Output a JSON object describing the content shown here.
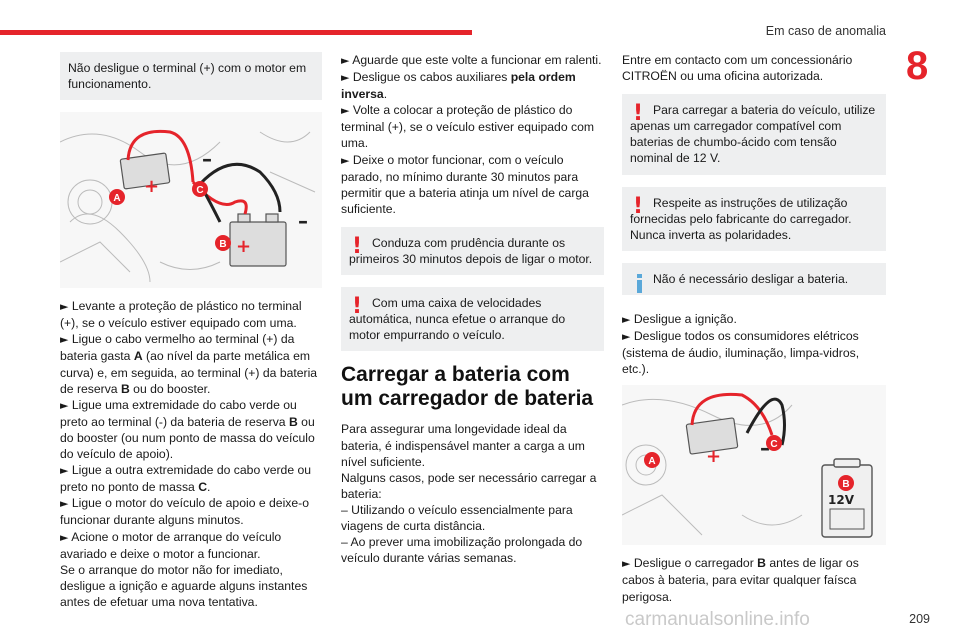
{
  "header": {
    "title": "Em caso de anomalia",
    "chapter": "8"
  },
  "page_number": "209",
  "watermark": "carmanualsonline.info",
  "colors": {
    "accent": "#e5242b",
    "info": "#5aa8d9",
    "note_bg": "#eeeff0"
  },
  "col1": {
    "note": "Não desligue o terminal (+) com o motor em funcionamento.",
    "fig_labels": {
      "a": "A",
      "b": "B",
      "c": "C",
      "plus": "+",
      "minus": "–"
    },
    "steps": [
      {
        "arrow": "►",
        "pre": "Levante a proteção de plástico no terminal (+), se o veículo estiver equipado com uma.",
        "bold": "",
        "post": ""
      },
      {
        "arrow": "►",
        "pre": "Ligue o cabo vermelho ao terminal (+) da bateria gasta ",
        "bold": "A",
        "post": " (ao nível da parte metálica em curva) e, em seguida, ao terminal (+) da bateria de reserva ",
        "bold2": "B",
        "post2": " ou do booster."
      },
      {
        "arrow": "►",
        "pre": "Ligue uma extremidade do cabo verde ou preto ao terminal (-) da bateria de reserva ",
        "bold": "B",
        "post": " ou do booster (ou num ponto de massa do veículo do veículo de apoio)."
      },
      {
        "arrow": "►",
        "pre": "Ligue a outra extremidade do cabo verde ou preto no ponto de massa ",
        "bold": "C",
        "post": "."
      },
      {
        "arrow": "►",
        "pre": "Ligue o motor do veículo de apoio e deixe-o funcionar durante alguns minutos.",
        "bold": "",
        "post": ""
      },
      {
        "arrow": "►",
        "pre": "Acione o motor de arranque do veículo avariado e deixe o motor a funcionar.",
        "bold": "",
        "post": ""
      }
    ],
    "tail": "Se o arranque do motor não for imediato, desligue a ignição e aguarde alguns instantes antes de efetuar uma nova tentativa."
  },
  "col2": {
    "steps": [
      {
        "arrow": "►",
        "pre": "Aguarde que este volte a funcionar em ralenti.",
        "bold": "",
        "post": ""
      },
      {
        "arrow": "►",
        "pre": "Desligue os cabos auxiliares ",
        "bold": "pela ordem inversa",
        "post": "."
      },
      {
        "arrow": "►",
        "pre": "Volte a colocar a proteção de plástico do terminal (+), se o veículo estiver equipado com uma.",
        "bold": "",
        "post": ""
      },
      {
        "arrow": "►",
        "pre": "Deixe o motor funcionar, com o veículo parado, no mínimo durante 30 minutos para permitir que a bateria atinja um nível de carga suficiente.",
        "bold": "",
        "post": ""
      }
    ],
    "warn1": "Conduza com prudência durante os primeiros 30 minutos depois de ligar o motor.",
    "warn2": "Com uma caixa de velocidades automática, nunca efetue o arranque do motor empurrando o veículo.",
    "heading": "Carregar a bateria com um carregador de bateria",
    "para1": "Para assegurar uma longevidade ideal da bateria, é indispensável manter a carga a um nível suficiente.",
    "para2": "Nalguns casos, pode ser necessário carregar a bateria:",
    "dash1": "–  Utilizando o veículo essencialmente para viagens de curta distância.",
    "dash2": "–  Ao prever uma imobilização prolongada do veículo durante várias semanas."
  },
  "col3": {
    "intro": "Entre em contacto com um concessionário CITROËN ou uma oficina autorizada.",
    "warn1": "Para carregar a bateria do veículo, utilize apenas um carregador compatível com baterias de chumbo-ácido com tensão nominal de 12 V.",
    "warn2": "Respeite as instruções de utilização fornecidas pelo fabricante do carregador. Nunca inverta as polaridades.",
    "info1": "Não é necessário desligar a bateria.",
    "steps": [
      {
        "arrow": "►",
        "pre": "Desligue a ignição.",
        "bold": "",
        "post": ""
      },
      {
        "arrow": "►",
        "pre": "Desligue todos os consumidores elétricos (sistema de áudio, iluminação, limpa-vidros, etc.).",
        "bold": "",
        "post": ""
      }
    ],
    "fig_labels": {
      "a": "A",
      "b": "B",
      "c": "C",
      "plus": "+",
      "minus": "–",
      "volts": "12V"
    },
    "final": {
      "arrow": "►",
      "pre": "Desligue o carregador ",
      "bold": "B",
      "post": " antes de ligar os cabos à bateria, para evitar qualquer faísca perigosa."
    }
  }
}
